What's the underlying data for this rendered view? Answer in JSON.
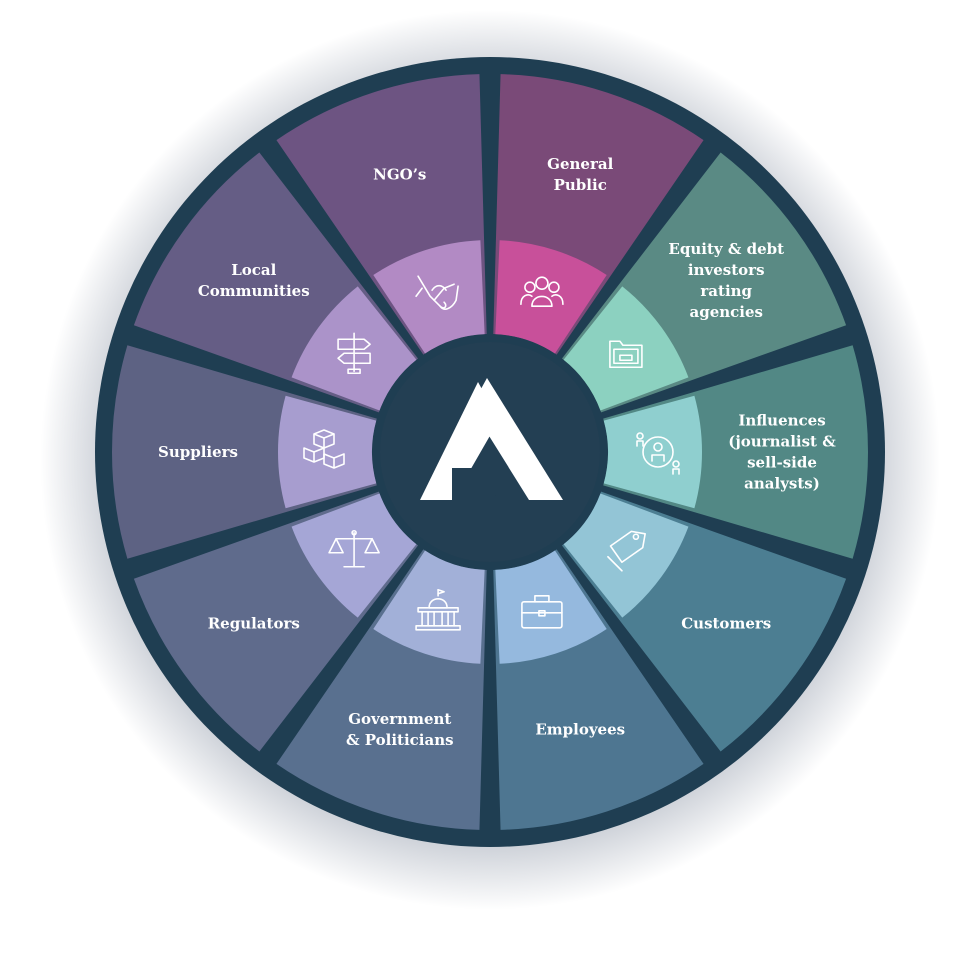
{
  "diagram": {
    "center_logo": "logo-mark-icon",
    "ring_color": "#1f3e52",
    "center_color": "#233f53",
    "segments": [
      {
        "id": "general-public",
        "label": [
          "General",
          "Public"
        ],
        "icon": "people-group-icon",
        "color": "#7a4a78",
        "accent": "#c8509a"
      },
      {
        "id": "equity-debt",
        "label": [
          "Equity & debt",
          "investors",
          "rating",
          "agencies"
        ],
        "icon": "folder-document-icon",
        "color": "#5a8a84",
        "accent": "#8cd1c0"
      },
      {
        "id": "influences",
        "label": [
          "Influences",
          "(journalist &",
          "sell-side",
          "analysts)"
        ],
        "icon": "network-people-icon",
        "color": "#528885",
        "accent": "#8fcfcf"
      },
      {
        "id": "customers",
        "label": [
          "Customers"
        ],
        "icon": "price-tag-icon",
        "color": "#4c7e92",
        "accent": "#93c5d6"
      },
      {
        "id": "employees",
        "label": [
          "Employees"
        ],
        "icon": "briefcase-icon",
        "color": "#4e7691",
        "accent": "#95b9de"
      },
      {
        "id": "government",
        "label": [
          "Government",
          "& Politicians"
        ],
        "icon": "government-building-icon",
        "color": "#59708f",
        "accent": "#a2b0d8"
      },
      {
        "id": "regulators",
        "label": [
          "Regulators"
        ],
        "icon": "scales-icon",
        "color": "#5f6b8c",
        "accent": "#a5a6d6"
      },
      {
        "id": "suppliers",
        "label": [
          "Suppliers"
        ],
        "icon": "boxes-icon",
        "color": "#5d6283",
        "accent": "#a79dcf"
      },
      {
        "id": "local-communities",
        "label": [
          "Local",
          "Communities"
        ],
        "icon": "signpost-icon",
        "color": "#655d85",
        "accent": "#ab93c9"
      },
      {
        "id": "ngos",
        "label": [
          "NGO’s"
        ],
        "icon": "handshake-icon",
        "color": "#6d5482",
        "accent": "#b28ac4"
      }
    ]
  }
}
